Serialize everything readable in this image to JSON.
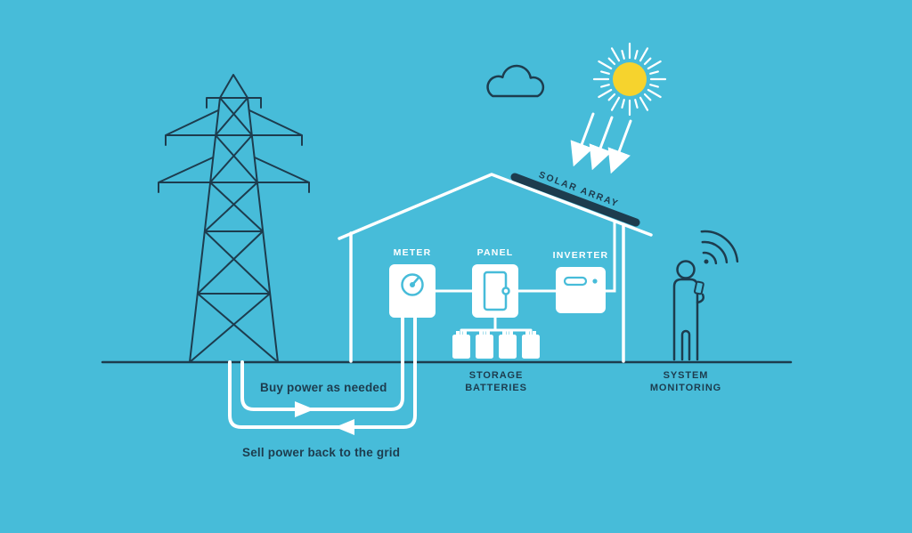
{
  "scene": {
    "equipment_labels": {
      "meter": "METER",
      "panel": "PANEL",
      "inverter": "INVERTER"
    },
    "roof_label": "SOLAR ARRAY",
    "storage": {
      "line1": "STORAGE",
      "line2": "BATTERIES"
    },
    "monitoring": {
      "line1": "SYSTEM",
      "line2": "MONITORING"
    },
    "flows": {
      "buy": "Buy power as needed",
      "sell": "Sell power back to the grid"
    },
    "colors": {
      "background": "#47BCD9",
      "ink": "#1D3C4E",
      "white": "#FFFFFF",
      "sun_yellow": "#F6D32D"
    }
  }
}
